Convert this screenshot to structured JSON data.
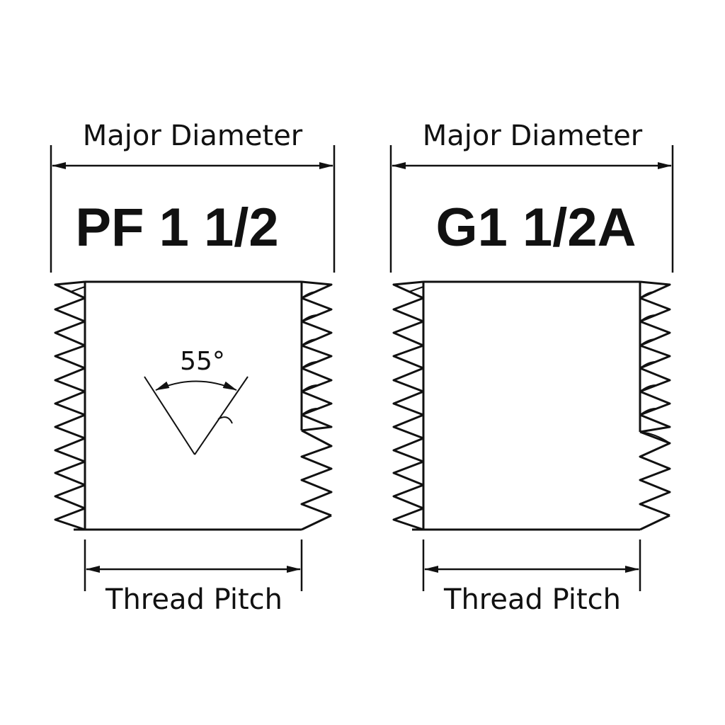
{
  "fittings": [
    {
      "designation": "PF 1 1/2",
      "major_diameter_label": "Major Diameter",
      "thread_pitch_label": "Thread Pitch",
      "angle_label": "55°"
    },
    {
      "designation": "G1 1/2A",
      "major_diameter_label": "Major Diameter",
      "thread_pitch_label": "Thread Pitch",
      "angle_label": ""
    }
  ],
  "colors": {
    "stroke": "#111111",
    "background": "#ffffff"
  }
}
